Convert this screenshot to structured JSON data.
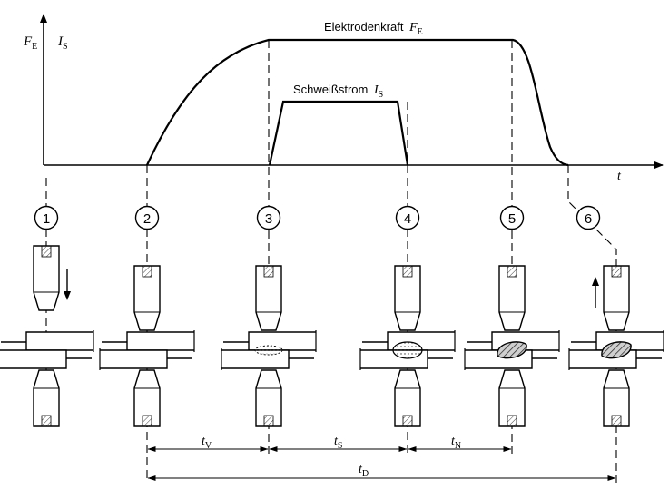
{
  "labels": {
    "axis_fe_main": "F",
    "axis_fe_sub": "E",
    "axis_is_main": "I",
    "axis_is_sub": "S",
    "axis_t": "t",
    "force_text": "Elektrodenkraft",
    "force_sym_main": "F",
    "force_sym_sub": "E",
    "current_text": "Schweißstrom",
    "current_sym_main": "I",
    "current_sym_sub": "S"
  },
  "steps": [
    "1",
    "2",
    "3",
    "4",
    "5",
    "6"
  ],
  "intervals": {
    "tV_main": "t",
    "tV_sub": "V",
    "tS_main": "t",
    "tS_sub": "S",
    "tN_main": "t",
    "tN_sub": "N",
    "tD_main": "t",
    "tD_sub": "D"
  },
  "colors": {
    "ink": "#000000",
    "hatch": "#555555",
    "paper": "#ffffff"
  }
}
